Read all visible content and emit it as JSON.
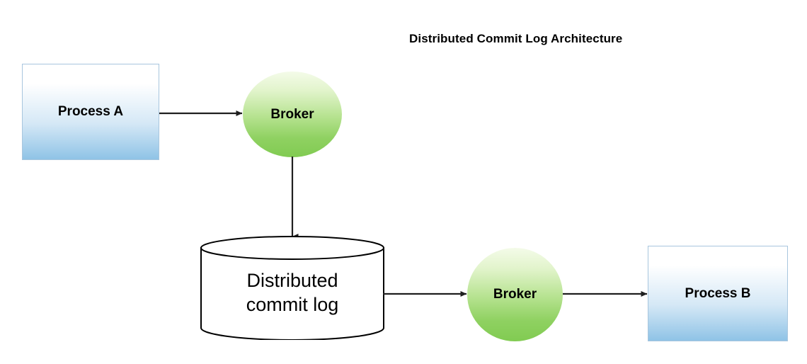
{
  "title": "Distributed Commit Log Architecture",
  "nodes": {
    "process_a": {
      "label": "Process A",
      "shape": "rectangle"
    },
    "process_b": {
      "label": "Process B",
      "shape": "rectangle"
    },
    "broker_1": {
      "label": "Broker",
      "shape": "circle"
    },
    "broker_2": {
      "label": "Broker",
      "shape": "circle"
    },
    "commit_log": {
      "line1": "Distributed",
      "line2": "commit log",
      "shape": "cylinder"
    }
  },
  "edges": [
    {
      "from": "process_a",
      "to": "broker_1",
      "direction": "right",
      "label": ""
    },
    {
      "from": "broker_1",
      "to": "commit_log",
      "direction": "down",
      "label": ""
    },
    {
      "from": "commit_log",
      "to": "broker_2",
      "direction": "right",
      "label": ""
    },
    {
      "from": "broker_2",
      "to": "process_b",
      "direction": "right",
      "label": ""
    }
  ],
  "colors": {
    "background": "#ffffff",
    "box_border": "#a8c6de",
    "box_gradient_top": "#ffffff",
    "box_gradient_bottom": "#8fc3e6",
    "circle_gradient_top": "#f4fbe9",
    "circle_gradient_bottom": "#81cb52",
    "cylinder_fill": "#ffffff",
    "cylinder_stroke": "#000000",
    "connector": "#1f1f1f",
    "text": "#000000"
  }
}
